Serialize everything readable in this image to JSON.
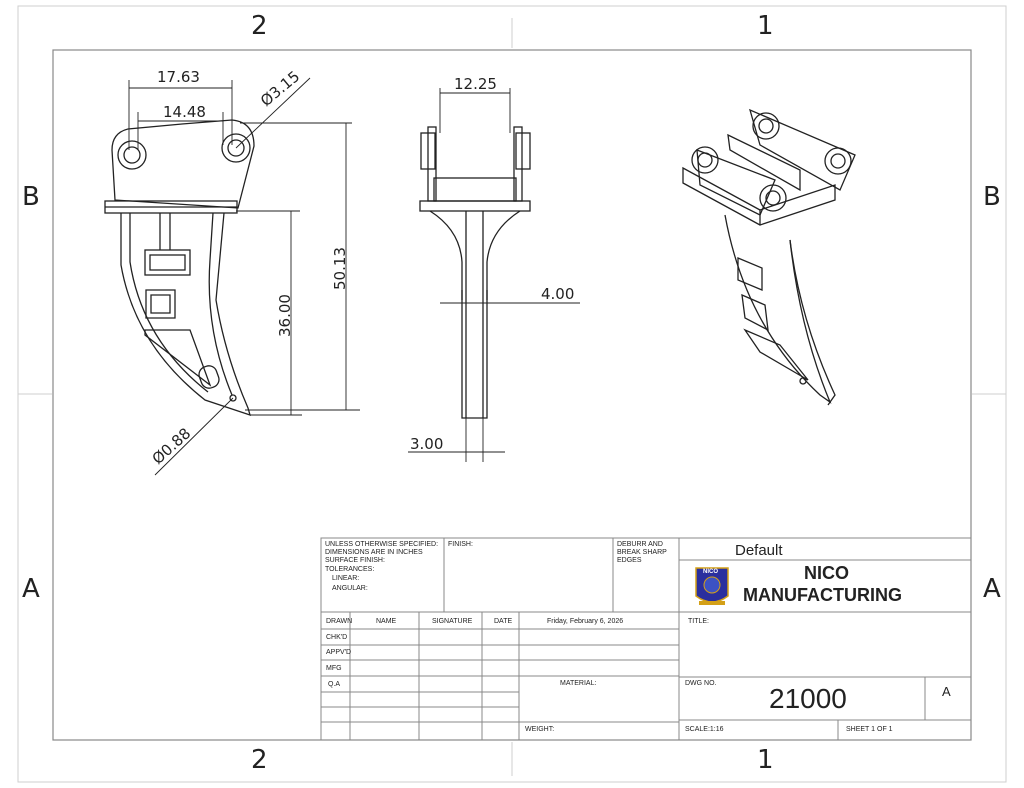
{
  "zones": {
    "top_left": "2",
    "top_right": "1",
    "bottom_left": "2",
    "bottom_right": "1",
    "left_upper": "B",
    "left_lower": "A",
    "right_upper": "B",
    "right_lower": "A"
  },
  "dimensions": {
    "width_outer": "17.63",
    "width_inner": "14.48",
    "pin_hole": "Ø3.15",
    "overall_height": "50.13",
    "shank_height": "36.00",
    "tip_hole": "Ø0.88",
    "front_width": "12.25",
    "shank_thickness": "4.00",
    "tip_thickness": "3.00"
  },
  "title_block": {
    "notes": [
      "UNLESS OTHERWISE SPECIFIED:",
      "DIMENSIONS ARE IN INCHES",
      "SURFACE FINISH:",
      "TOLERANCES:",
      "LINEAR:",
      "ANGULAR:"
    ],
    "finish_label": "FINISH:",
    "deburr_lines": [
      "DEBURR AND",
      "BREAK SHARP",
      "EDGES"
    ],
    "config": "Default",
    "company_line1": "NICO",
    "company_line2": "MANUFACTURING",
    "logo_text": "NICO",
    "col_name": "NAME",
    "col_signature": "SIGNATURE",
    "col_date": "DATE",
    "date_value": "Friday, February 6, 2026",
    "rows": [
      "DRAWN",
      "CHK'D",
      "APPV'D",
      "MFG",
      "Q.A"
    ],
    "title_label": "TITLE:",
    "material_label": "MATERIAL:",
    "dwg_label": "DWG NO.",
    "dwg_number": "21000",
    "revision": "A",
    "weight_label": "WEIGHT:",
    "scale": "SCALE:1:16",
    "sheet": "SHEET 1 OF 1"
  },
  "colors": {
    "line": "#222222",
    "frame": "#999999",
    "logo_blue": "#2a2f9e",
    "logo_gold": "#d4a017"
  }
}
